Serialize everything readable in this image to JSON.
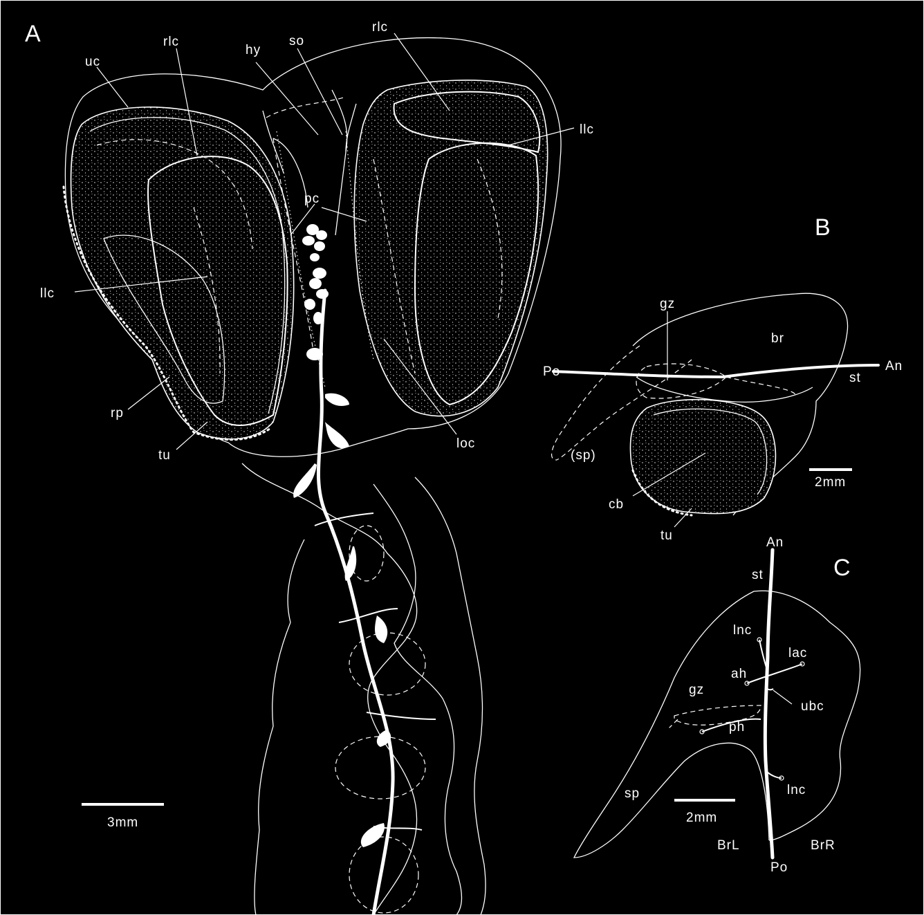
{
  "panels": {
    "A": {
      "letter": "A",
      "labels": {
        "uc": "uc",
        "rlc_left": "rlc",
        "hy": "hy",
        "so": "so",
        "rlc_right": "rlc",
        "llc_right": "llc",
        "pc": "pc",
        "llc_left": "llc",
        "rp": "rp",
        "tu": "tu",
        "loc": "loc"
      },
      "scale_bar": "3mm"
    },
    "B": {
      "letter": "B",
      "labels": {
        "gz": "gz",
        "br": "br",
        "po": "Po",
        "an": "An",
        "st": "st",
        "sp": "(sp)",
        "cb": "cb",
        "tu": "tu"
      },
      "scale_bar": "2mm"
    },
    "C": {
      "letter": "C",
      "labels": {
        "an": "An",
        "st": "st",
        "lnc_top": "lnc",
        "lac": "lac",
        "ah": "ah",
        "gz": "gz",
        "ubc": "ubc",
        "ph": "ph",
        "sp": "sp",
        "lnc_bottom": "lnc",
        "brl": "BrL",
        "brr": "BrR",
        "po": "Po"
      },
      "scale_bar": "2mm"
    }
  },
  "colors": {
    "background": "#000000",
    "drawing": "#ffffff",
    "frame": "#ffffff"
  }
}
